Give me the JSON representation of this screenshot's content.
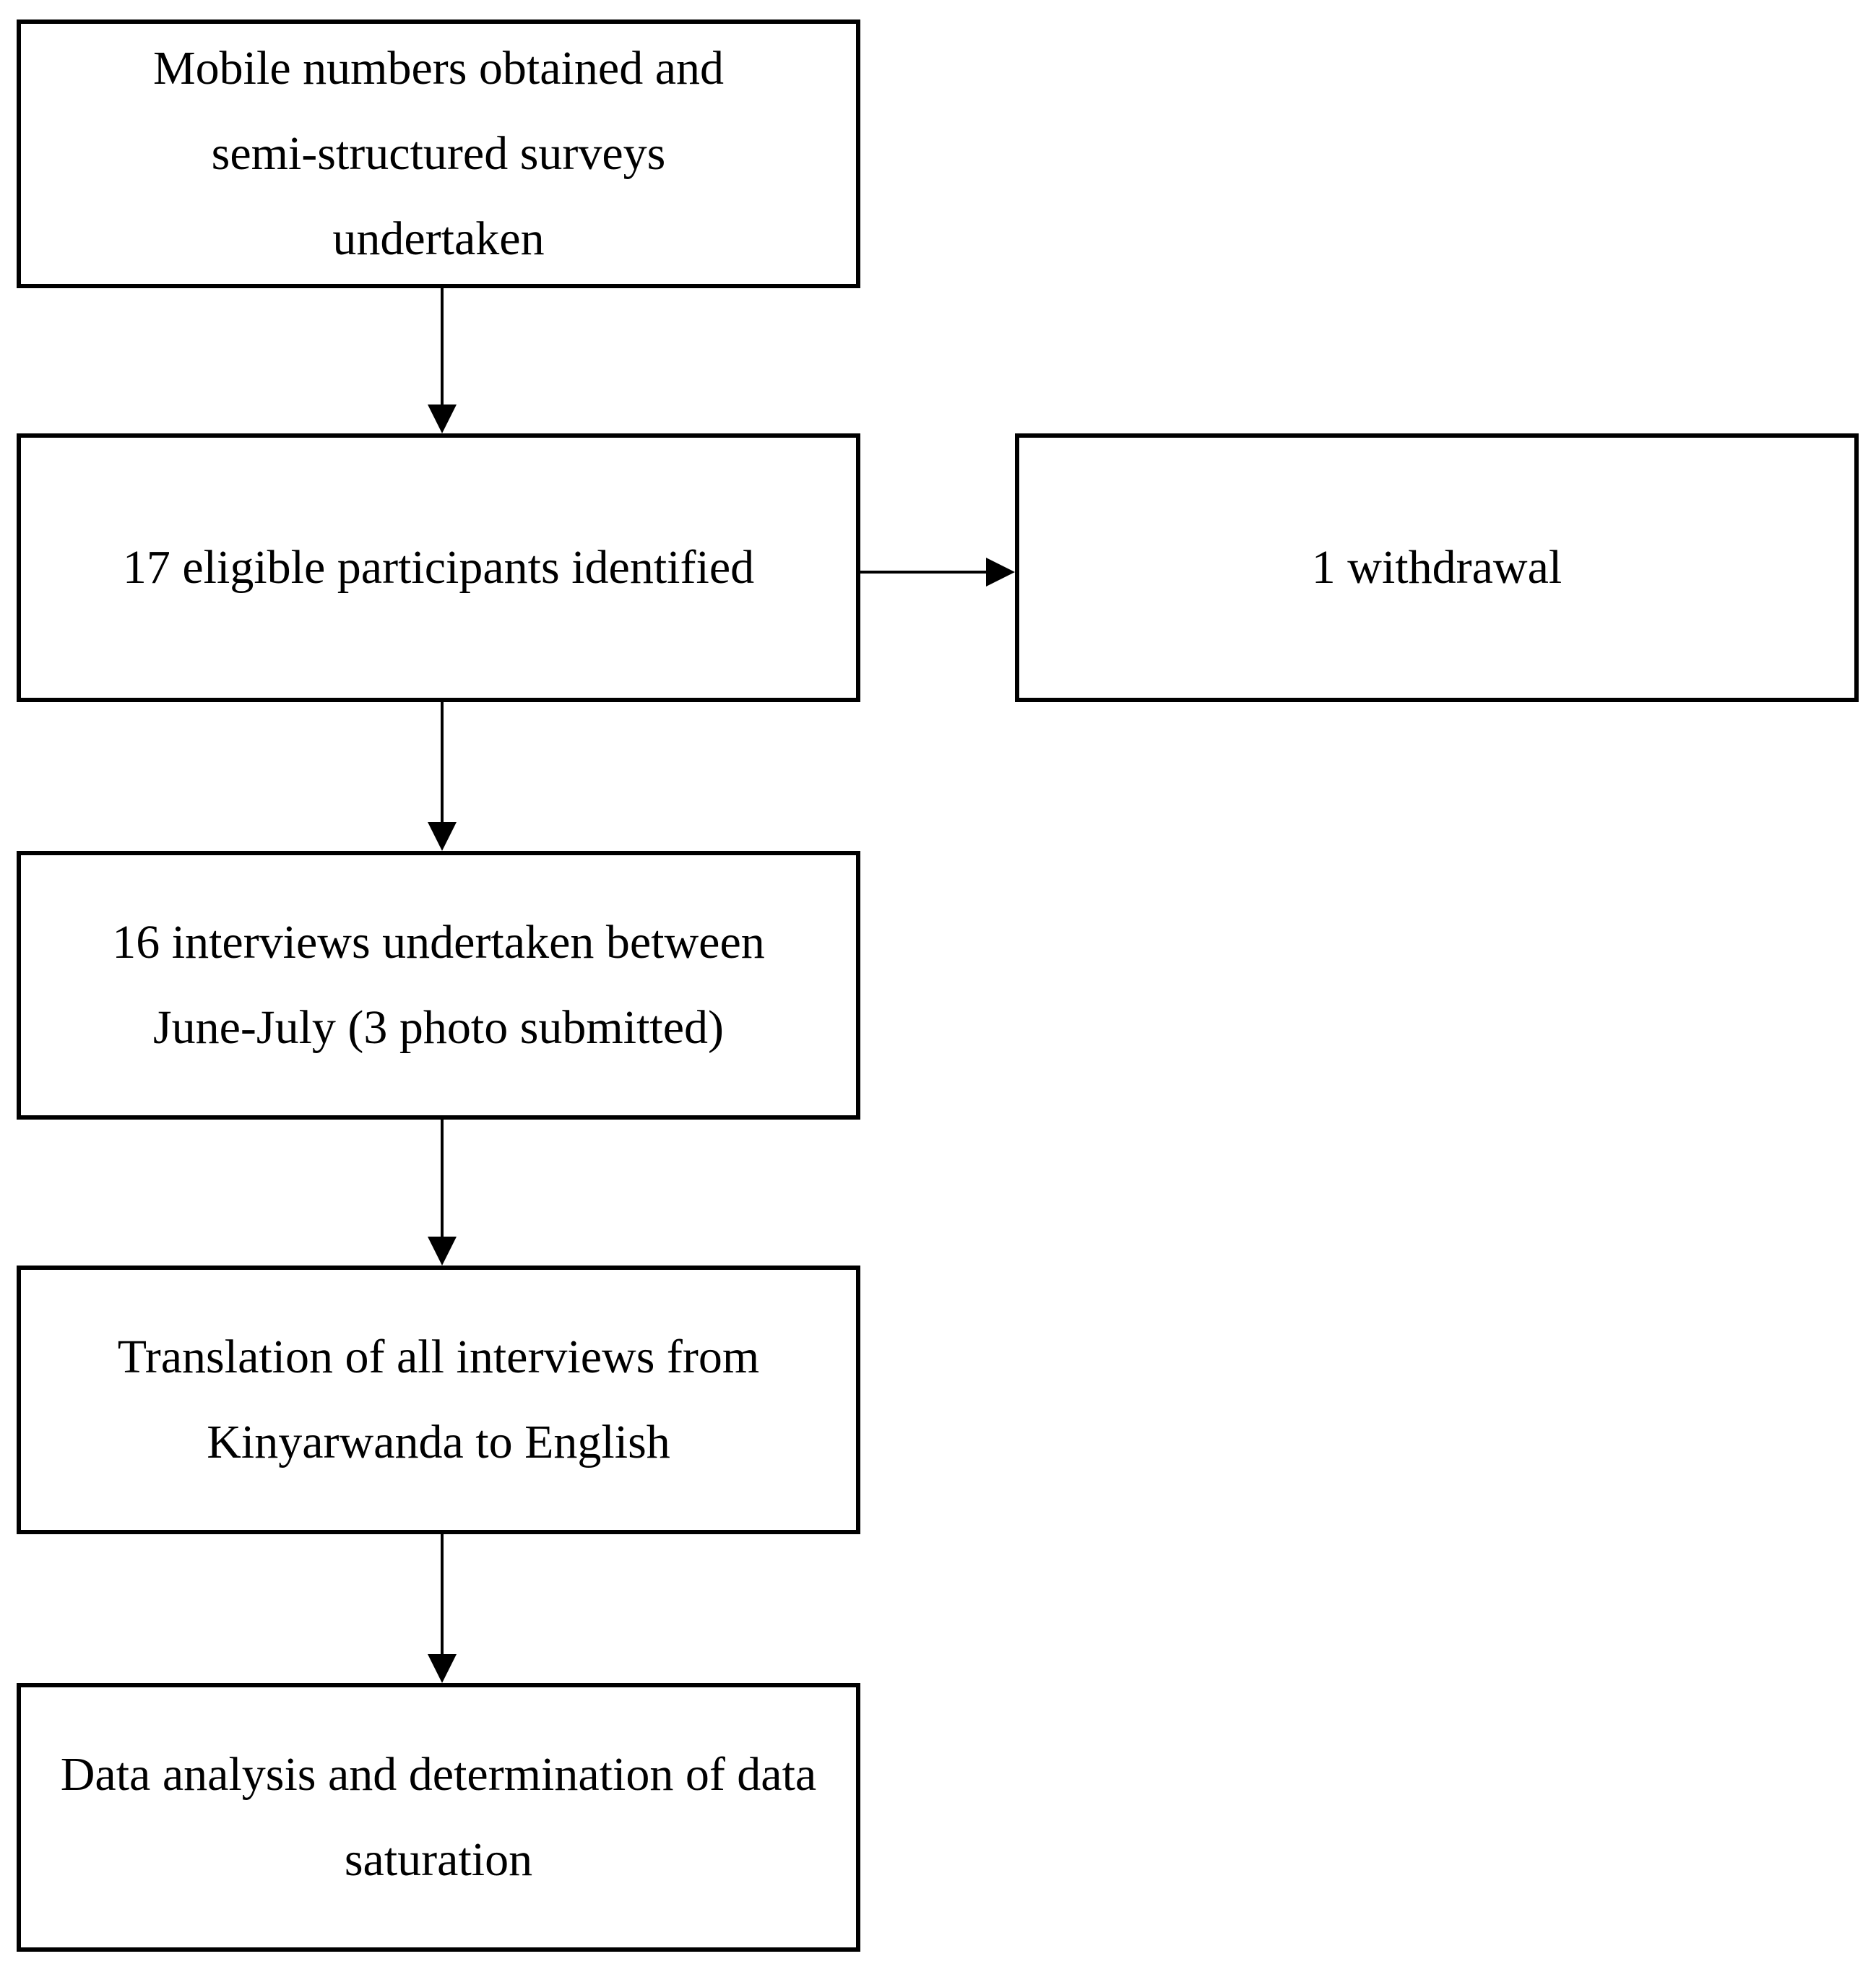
{
  "flowchart": {
    "steps": [
      {
        "id": "step1",
        "text": "Mobile numbers obtained and semi-structured surveys undertaken"
      },
      {
        "id": "step2",
        "text": "17 eligible participants identified"
      },
      {
        "id": "step3",
        "text": "16 interviews undertaken between June-July (3 photo submitted)"
      },
      {
        "id": "step4",
        "text": "Translation of all interviews from Kinyarwanda to English"
      },
      {
        "id": "step5",
        "text": "Data analysis and determination of data saturation"
      }
    ],
    "side_step": {
      "id": "withdrawal",
      "text": "1 withdrawal"
    }
  },
  "colors": {
    "stroke": "#000000",
    "background": "#ffffff"
  }
}
